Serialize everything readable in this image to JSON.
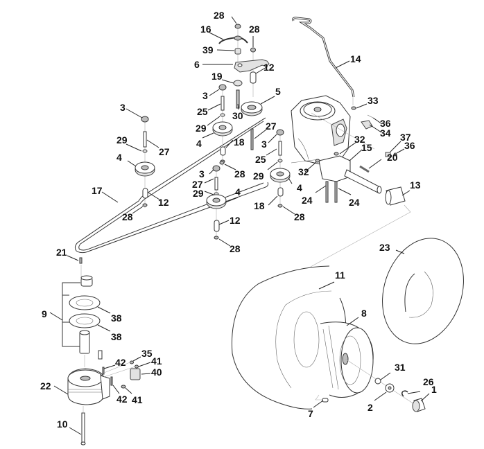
{
  "diagram": {
    "title": "",
    "type": "exploded-parts-diagram",
    "subject": "Ride-on mower transmission drive: pulleys, belt, PTO clutch, transaxle and rear wheel",
    "callouts": [
      {
        "id": "c1",
        "label": "1",
        "part": "wheel-hub-cap"
      },
      {
        "id": "c2",
        "label": "2",
        "part": "washer"
      },
      {
        "id": "c3a",
        "label": "3",
        "part": "cap"
      },
      {
        "id": "c3b",
        "label": "3",
        "part": "cap"
      },
      {
        "id": "c3c",
        "label": "3",
        "part": "cap"
      },
      {
        "id": "c3d",
        "label": "3",
        "part": "cap"
      },
      {
        "id": "c4a",
        "label": "4",
        "part": "idler-pulley"
      },
      {
        "id": "c4b",
        "label": "4",
        "part": "idler-pulley"
      },
      {
        "id": "c4c",
        "label": "4",
        "part": "idler-pulley"
      },
      {
        "id": "c4d",
        "label": "4",
        "part": "idler-pulley"
      },
      {
        "id": "c5",
        "label": "5",
        "part": "v-pulley"
      },
      {
        "id": "c6",
        "label": "6",
        "part": "tensioner-plate"
      },
      {
        "id": "c7",
        "label": "7",
        "part": "key"
      },
      {
        "id": "c8",
        "label": "8",
        "part": "rim"
      },
      {
        "id": "c9",
        "label": "9",
        "part": "pulley-kit"
      },
      {
        "id": "c10",
        "label": "10",
        "part": "clutch-bolt"
      },
      {
        "id": "c11",
        "label": "11",
        "part": "tyre"
      },
      {
        "id": "c12a",
        "label": "12",
        "part": "spacer"
      },
      {
        "id": "c12b",
        "label": "12",
        "part": "spacer"
      },
      {
        "id": "c12c",
        "label": "12",
        "part": "spacer"
      },
      {
        "id": "c13",
        "label": "13",
        "part": "axle-bushing"
      },
      {
        "id": "c14",
        "label": "14",
        "part": "control-rod"
      },
      {
        "id": "c15",
        "label": "15",
        "part": "transaxle"
      },
      {
        "id": "c16",
        "label": "16",
        "part": "spring"
      },
      {
        "id": "c17",
        "label": "17",
        "part": "drive-belt"
      },
      {
        "id": "c18a",
        "label": "18",
        "part": "spacer"
      },
      {
        "id": "c18b",
        "label": "18",
        "part": "spacer"
      },
      {
        "id": "c19",
        "label": "19",
        "part": "washer"
      },
      {
        "id": "c20",
        "label": "20",
        "part": "pin"
      },
      {
        "id": "c21",
        "label": "21",
        "part": "pin"
      },
      {
        "id": "c22",
        "label": "22",
        "part": "electromagnetic-clutch"
      },
      {
        "id": "c23",
        "label": "23",
        "part": "inner-tube"
      },
      {
        "id": "c24a",
        "label": "24",
        "part": "bolt"
      },
      {
        "id": "c24b",
        "label": "24",
        "part": "bolt"
      },
      {
        "id": "c25a",
        "label": "25",
        "part": "bolt"
      },
      {
        "id": "c25b",
        "label": "25",
        "part": "bolt"
      },
      {
        "id": "c26",
        "label": "26",
        "part": "circlip"
      },
      {
        "id": "c27a",
        "label": "27",
        "part": "bolt"
      },
      {
        "id": "c27b",
        "label": "27",
        "part": "bolt"
      },
      {
        "id": "c27c",
        "label": "27",
        "part": "bolt"
      },
      {
        "id": "c28a",
        "label": "28",
        "part": "nut"
      },
      {
        "id": "c28b",
        "label": "28",
        "part": "nut"
      },
      {
        "id": "c28c",
        "label": "28",
        "part": "nut"
      },
      {
        "id": "c28d",
        "label": "28",
        "part": "nut"
      },
      {
        "id": "c28e",
        "label": "28",
        "part": "nut"
      },
      {
        "id": "c28f",
        "label": "28",
        "part": "nut"
      },
      {
        "id": "c29a",
        "label": "29",
        "part": "washer"
      },
      {
        "id": "c29b",
        "label": "29",
        "part": "washer"
      },
      {
        "id": "c29c",
        "label": "29",
        "part": "washer"
      },
      {
        "id": "c29d",
        "label": "29",
        "part": "washer"
      },
      {
        "id": "c30",
        "label": "30",
        "part": "bolt"
      },
      {
        "id": "c31",
        "label": "31",
        "part": "o-ring"
      },
      {
        "id": "c32a",
        "label": "32",
        "part": "nut"
      },
      {
        "id": "c32b",
        "label": "32",
        "part": "nut"
      },
      {
        "id": "c33",
        "label": "33",
        "part": "clip"
      },
      {
        "id": "c34",
        "label": "34",
        "part": "bracket"
      },
      {
        "id": "c35",
        "label": "35",
        "part": "nut"
      },
      {
        "id": "c36a",
        "label": "36",
        "part": "screw"
      },
      {
        "id": "c36b",
        "label": "36",
        "part": "screw"
      },
      {
        "id": "c37",
        "label": "37",
        "part": "fitting"
      },
      {
        "id": "c38a",
        "label": "38",
        "part": "pulley-half"
      },
      {
        "id": "c38b",
        "label": "38",
        "part": "pulley-half"
      },
      {
        "id": "c39",
        "label": "39",
        "part": "bushing"
      },
      {
        "id": "c40",
        "label": "40",
        "part": "clutch-bracket"
      },
      {
        "id": "c41a",
        "label": "41",
        "part": "nut"
      },
      {
        "id": "c41b",
        "label": "41",
        "part": "nut"
      },
      {
        "id": "c42a",
        "label": "42",
        "part": "screw"
      },
      {
        "id": "c42b",
        "label": "42",
        "part": "screw"
      }
    ]
  }
}
